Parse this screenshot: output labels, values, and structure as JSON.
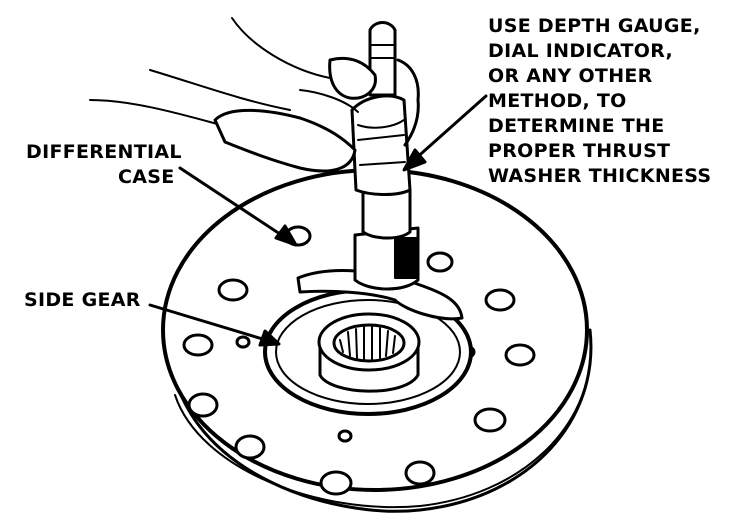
{
  "labels": {
    "tool": {
      "lines": [
        "USE DEPTH GAUGE,",
        "DIAL INDICATOR,",
        "OR ANY OTHER",
        "METHOD, TO",
        "DETERMINE THE",
        "PROPER THRUST",
        "WASHER THICKNESS"
      ]
    },
    "case": {
      "lines": [
        "DIFFERENTIAL",
        "CASE"
      ]
    },
    "gear": {
      "lines": [
        "SIDE GEAR"
      ]
    }
  },
  "colors": {
    "ink": "#000000",
    "paper": "#ffffff"
  }
}
